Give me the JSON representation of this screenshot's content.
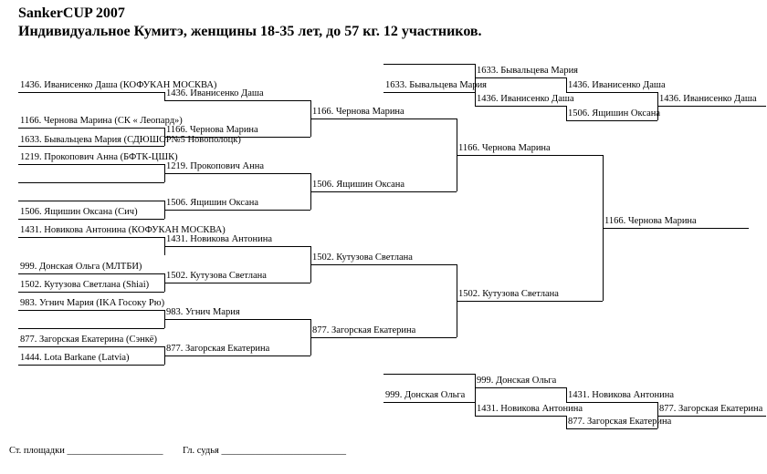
{
  "header": {
    "title": "SankerCUP 2007",
    "subtitle": "Индивидуальное Кумитэ, женщины 18-35 лет, до  57 кг. 12 участников."
  },
  "round1": [
    "1436. Иванисенко Даша (КОФУКАН МОСКВА)",
    "1166. Чернова Марина (СК « Леопард»)",
    "1633. Бывальцева Мария (СДЮШОР№5 Новополоцк)",
    "1219. Прокопович Анна (БФТК-ЦШК)",
    "1506. Ящишин Оксана (Сич)",
    "1431. Новикова Антонина (КОФУКАН МОСКВА)",
    "999. Донская Ольга (МЛТБИ)",
    "1502. Кутузова Светлана (Shiai)",
    "983. Угнич Мария  (IKA Госоку Рю)",
    "877. Загорская Екатерина (Сэнкё)",
    "1444. Lota Barkane (Latvia)"
  ],
  "round2": [
    "1436. Иванисенко Даша",
    "1166. Чернова Марина",
    "1219. Прокопович Анна",
    "1506. Ящишин Оксана",
    "1431. Новикова Антонина",
    "1502. Кутузова Светлана",
    "983. Угнич Мария",
    "877. Загорская Екатерина"
  ],
  "round3": [
    "1166. Чернова Марина",
    "1506. Ящишин Оксана",
    "1502. Кутузова Светлана",
    "877. Загорская Екатерина"
  ],
  "semifinal": [
    "1166. Чернова Марина",
    "1502. Кутузова Светлана"
  ],
  "final_winner": "1166. Чернова Марина",
  "repechage_top": {
    "r1": [
      "1633. Бывальцева Мария"
    ],
    "r2": [
      "1633. Бывальцева Мария",
      "1436. Иванисенко Даша"
    ],
    "r3": [
      "1436. Иванисенко Даша",
      "1506. Ящишин Оксана"
    ],
    "winner": "1436. Иванисенко Даша"
  },
  "repechage_bottom": {
    "r1": [
      "999. Донская Ольга"
    ],
    "r2": [
      "999. Донская Ольга",
      "1431. Новикова Антонина"
    ],
    "r3": [
      "1431. Новикова Антонина",
      "877. Загорская Екатерина"
    ],
    "winner": "877. Загорская Екатерина"
  },
  "footer": {
    "site_chief": "Ст. площадки ____________________",
    "chief_judge": "Гл. судья __________________________"
  }
}
